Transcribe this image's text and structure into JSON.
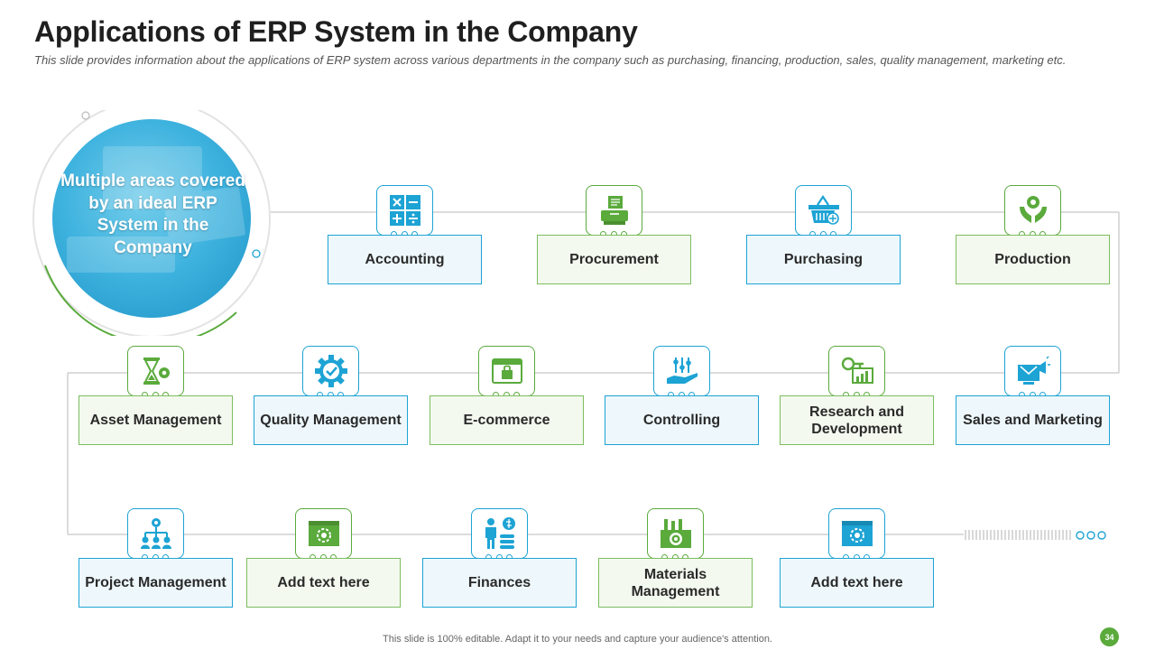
{
  "slide": {
    "title": "Applications of ERP System in the Company",
    "subtitle": "This slide provides information about the applications of ERP system across various departments in the company such as purchasing, financing, production, sales, quality management, marketing etc.",
    "hero_text": "Multiple areas covered by an ideal ERP System in the Company",
    "footer": "This slide is 100% editable. Adapt it to your needs and capture your audience's attention.",
    "page_number": "34"
  },
  "colors": {
    "blue": "#1da3d4",
    "green": "#5aaa3c",
    "line": "#c8c8c8"
  },
  "items": [
    {
      "label": "Accounting",
      "theme": "blue",
      "icon": "calculator-icon"
    },
    {
      "label": "Procurement",
      "theme": "green",
      "icon": "procurement-icon"
    },
    {
      "label": "Purchasing",
      "theme": "blue",
      "icon": "basket-icon"
    },
    {
      "label": "Production",
      "theme": "green",
      "icon": "hand-gear-icon"
    },
    {
      "label": "Asset Management",
      "theme": "green",
      "icon": "hourglass-gear-icon"
    },
    {
      "label": "Quality Management",
      "theme": "blue",
      "icon": "gear-check-icon"
    },
    {
      "label": "E-commerce",
      "theme": "green",
      "icon": "ecommerce-icon"
    },
    {
      "label": "Controlling",
      "theme": "blue",
      "icon": "hand-sliders-icon"
    },
    {
      "label": "Research and Development",
      "theme": "green",
      "icon": "key-chart-icon"
    },
    {
      "label": "Sales and Marketing",
      "theme": "blue",
      "icon": "megaphone-icon"
    },
    {
      "label": "Project Management",
      "theme": "blue",
      "icon": "org-chart-icon"
    },
    {
      "label": "Add text here",
      "theme": "green",
      "icon": "browser-gear-icon"
    },
    {
      "label": "Finances",
      "theme": "blue",
      "icon": "person-coins-icon"
    },
    {
      "label": "Materials Management",
      "theme": "green",
      "icon": "factory-gear-icon"
    },
    {
      "label": "Add text here",
      "theme": "blue",
      "icon": "browser-gear-icon"
    }
  ]
}
